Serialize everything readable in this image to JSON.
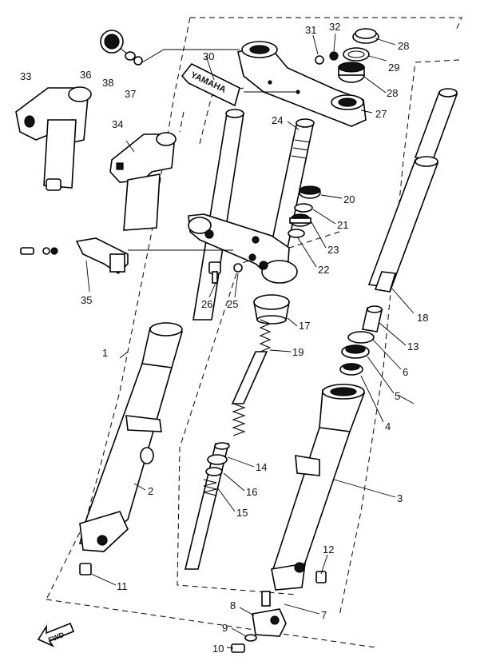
{
  "emblem_text": "YAMAHA",
  "direction_label": "FWD",
  "callouts": [
    {
      "id": "33",
      "label": "33"
    },
    {
      "id": "36",
      "label": "36"
    },
    {
      "id": "38",
      "label": "38"
    },
    {
      "id": "37",
      "label": "37"
    },
    {
      "id": "30",
      "label": "30"
    },
    {
      "id": "31",
      "label": "31"
    },
    {
      "id": "32",
      "label": "32"
    },
    {
      "id": "28a",
      "label": "28"
    },
    {
      "id": "29",
      "label": "29"
    },
    {
      "id": "28b",
      "label": "28"
    },
    {
      "id": "27",
      "label": "27"
    },
    {
      "id": "34",
      "label": "34"
    },
    {
      "id": "24",
      "label": "24"
    },
    {
      "id": "20",
      "label": "20"
    },
    {
      "id": "21",
      "label": "21"
    },
    {
      "id": "23",
      "label": "23"
    },
    {
      "id": "22",
      "label": "22"
    },
    {
      "id": "35",
      "label": "35"
    },
    {
      "id": "26",
      "label": "26"
    },
    {
      "id": "25",
      "label": "25"
    },
    {
      "id": "17",
      "label": "17"
    },
    {
      "id": "18",
      "label": "18"
    },
    {
      "id": "13",
      "label": "13"
    },
    {
      "id": "1",
      "label": "1"
    },
    {
      "id": "19",
      "label": "19"
    },
    {
      "id": "6",
      "label": "6"
    },
    {
      "id": "5",
      "label": "5"
    },
    {
      "id": "4",
      "label": "4"
    },
    {
      "id": "3",
      "label": "3"
    },
    {
      "id": "2",
      "label": "2"
    },
    {
      "id": "14",
      "label": "14"
    },
    {
      "id": "16",
      "label": "16"
    },
    {
      "id": "15",
      "label": "15"
    },
    {
      "id": "12",
      "label": "12"
    },
    {
      "id": "11",
      "label": "11"
    },
    {
      "id": "8",
      "label": "8"
    },
    {
      "id": "7",
      "label": "7"
    },
    {
      "id": "9",
      "label": "9"
    },
    {
      "id": "10",
      "label": "10"
    }
  ]
}
